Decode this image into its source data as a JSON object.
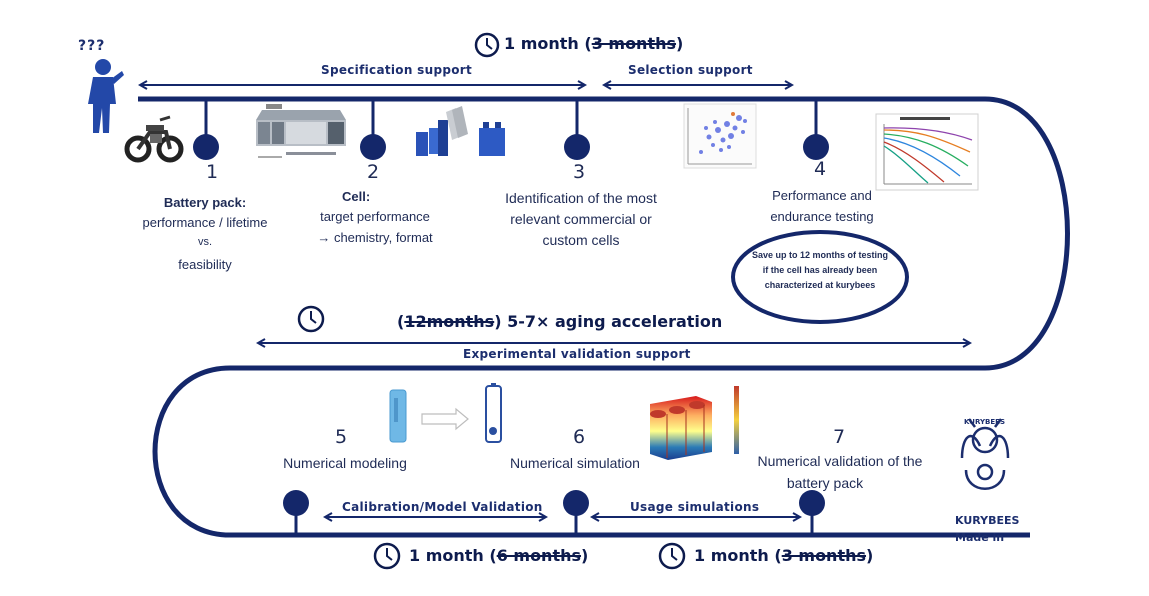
{
  "timings": {
    "top": {
      "value": "1 month",
      "previous": "3 months"
    },
    "middle": {
      "previous": "12months",
      "value": "5-7× aging acceleration"
    },
    "bottom_left": {
      "value": "1 month",
      "previous": "6 months"
    },
    "bottom_right": {
      "value": "1 month",
      "previous": "3 months"
    }
  },
  "phases": {
    "specification": "Specification support",
    "selection": "Selection support",
    "experimental": "Experimental validation support",
    "calibration": "Calibration/Model Validation",
    "usage": "Usage simulations"
  },
  "steps": [
    {
      "number": "1",
      "title": "Battery pack:",
      "lines": [
        "performance / lifetime",
        "vs.",
        "feasibility"
      ]
    },
    {
      "number": "2",
      "title": "Cell:",
      "lines": [
        "target performance",
        "→ chemistry, format"
      ]
    },
    {
      "number": "3",
      "title": "",
      "lines": [
        "Identification of the most",
        "relevant commercial or",
        "custom cells"
      ]
    },
    {
      "number": "4",
      "title": "",
      "lines": [
        "Performance and",
        "endurance testing"
      ]
    },
    {
      "number": "5",
      "title": "",
      "lines": [
        "Numerical modeling"
      ]
    },
    {
      "number": "6",
      "title": "",
      "lines": [
        "Numerical simulation"
      ]
    },
    {
      "number": "7",
      "title": "",
      "lines": [
        "Numerical validation of the",
        "battery pack"
      ]
    }
  ],
  "callout": {
    "text": "Save up to 12 months of testing if the cell has already been characterized at kurybees"
  },
  "user_marks": "???",
  "brand": {
    "name": "KURYBEES",
    "logo_text": "KURYBEES",
    "tagline": "Made in"
  },
  "colors": {
    "primary": "#1c2e6e",
    "line": "#14276a",
    "text": "#1f2b55"
  },
  "icons": [
    "clock-icon",
    "person-icon",
    "motorbike-icon",
    "battery-pack-icon",
    "cells-icon",
    "scatter-plot-icon",
    "curves-plot-icon",
    "cylindrical-cell-icon",
    "heatmap-icon",
    "bee-logo-icon"
  ]
}
